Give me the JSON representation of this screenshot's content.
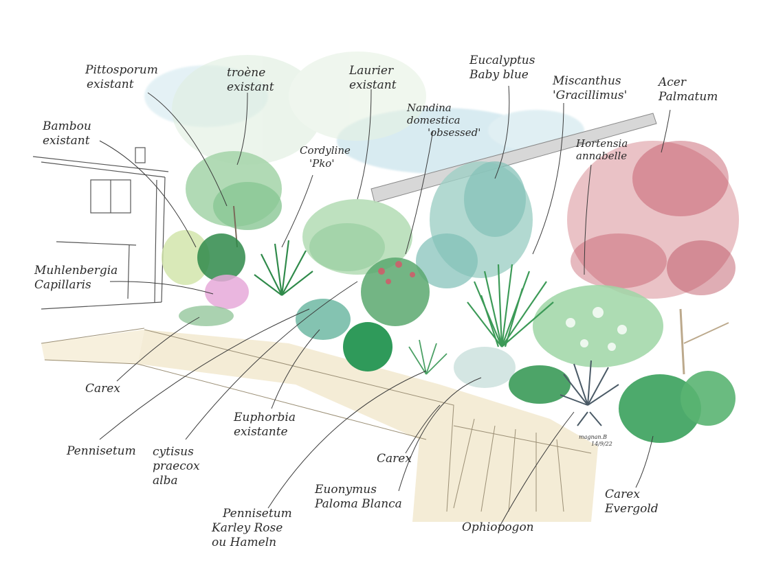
{
  "labels": {
    "pittosporum": [
      "Pittosporum",
      "existant"
    ],
    "troene": [
      "troène",
      "existant"
    ],
    "laurier": [
      "Laurier",
      "existant"
    ],
    "eucalyptus": [
      "Eucalyptus",
      "Baby blue"
    ],
    "miscanthus": [
      "Miscanthus",
      "'Gracillimus'"
    ],
    "acer": [
      "Acer",
      "Palmatum"
    ],
    "bambou": [
      "Bambou",
      "existant"
    ],
    "nandina": [
      "Nandina",
      "domestica",
      "'obsessed'"
    ],
    "cordyline": [
      "Cordyline",
      "'Pko'"
    ],
    "hortensia": [
      "Hortensia",
      "annabelle"
    ],
    "muhlenbergia": [
      "Muhlenbergia",
      "Capillaris"
    ],
    "carex_left": [
      "Carex"
    ],
    "pennisetum": [
      "Pennisetum"
    ],
    "cytisus": [
      "cytisus",
      "praecox",
      "alba"
    ],
    "euphorbia": [
      "Euphorbia",
      "existante"
    ],
    "carex_mid": [
      "Carex"
    ],
    "pennisetum_karley": [
      "Pennisetum",
      "Karley Rose",
      "ou Hameln"
    ],
    "euonymus": [
      "Euonymus",
      "Paloma Blanca"
    ],
    "ophiopogon": [
      "Ophiopogon"
    ],
    "carex_evergold": [
      "Carex",
      "Evergold"
    ]
  },
  "signature": [
    "magnan.B",
    "14/9/22"
  ],
  "colors": {
    "ink": "#2a2a2a",
    "sky": "#b9dbe6",
    "paving": "#efe4c6",
    "acer_red": "#c0505f",
    "green_dark": "#3f9a5c",
    "green_light": "#9fd1a8",
    "teal": "#7fbfb6",
    "pink": "#e6a9d9",
    "grey_grass": "#6b7a86"
  }
}
